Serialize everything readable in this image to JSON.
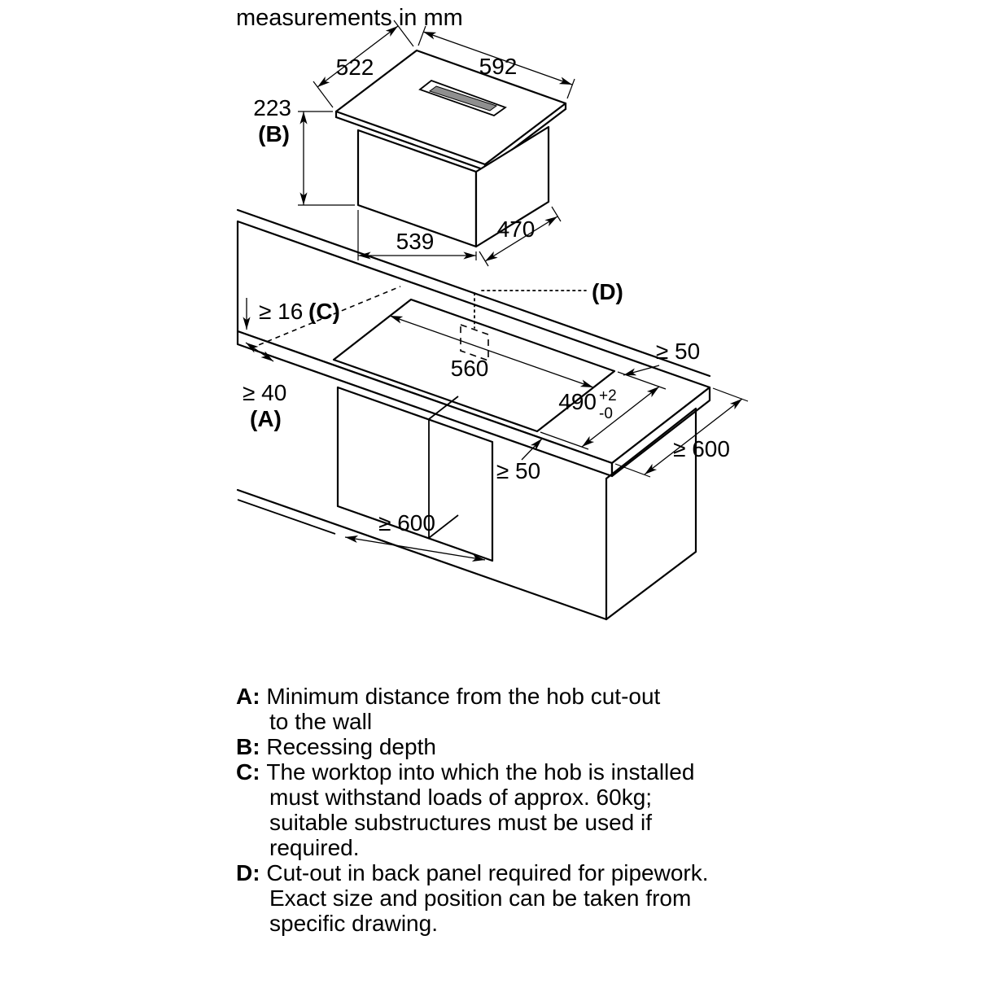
{
  "title": "measurements in mm",
  "hob": {
    "dim_depth": "522",
    "dim_width": "592",
    "dim_recess": "223",
    "recess_ref": "(B)",
    "dim_body_width": "539",
    "dim_body_depth": "470"
  },
  "cutout": {
    "dim_width": "560",
    "dim_depth": "490",
    "tol_plus": "+2",
    "tol_minus": "-0"
  },
  "clearances": {
    "thickness": "≥ 16",
    "thickness_ref": "(C)",
    "wall_distance": "≥ 40",
    "wall_ref": "(A)",
    "back_clearance": "≥ 50",
    "front_clearance": "≥ 50",
    "worktop_depth": "≥ 600",
    "cabinet_width": "≥ 600",
    "pipework_ref": "(D)"
  },
  "legend_separator": ": ",
  "legend": [
    {
      "term": "A",
      "lines": [
        "Minimum distance from the hob cut-out",
        "to the wall"
      ]
    },
    {
      "term": "B",
      "lines": [
        "Recessing depth"
      ]
    },
    {
      "term": "C",
      "lines": [
        "The worktop into which the hob is installed",
        "must withstand loads of approx. 60kg;",
        "suitable substructures must be used if",
        "required."
      ]
    },
    {
      "term": "D",
      "lines": [
        "Cut-out in back panel required for pipework.",
        "Exact size and position can be taken from",
        "specific drawing."
      ]
    }
  ]
}
